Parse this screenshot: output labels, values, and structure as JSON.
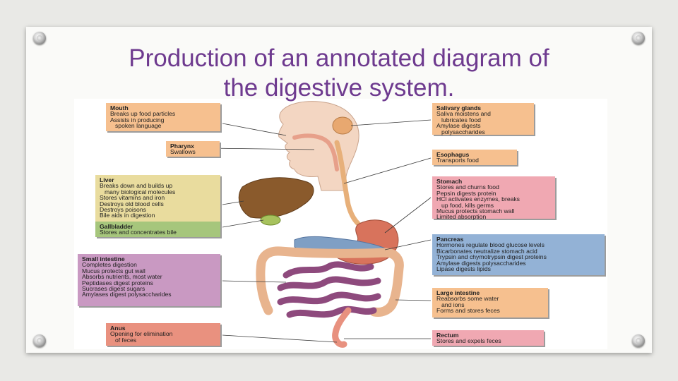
{
  "slide": {
    "title_line1": "Production of an annotated diagram of",
    "title_line2": "the digestive system."
  },
  "labels": {
    "mouth": {
      "heading": "Mouth",
      "lines": [
        "Breaks up food particles",
        "Assists in producing",
        "spoken language"
      ]
    },
    "pharynx": {
      "heading": "Pharynx",
      "lines": [
        "Swallows"
      ]
    },
    "liver": {
      "heading": "Liver",
      "lines": [
        "Breaks down and builds up",
        "many biological molecules",
        "Stores vitamins and iron",
        "Destroys old blood cells",
        "Destroys poisons",
        "Bile aids in digestion"
      ]
    },
    "gallbladder": {
      "heading": "Gallbladder",
      "lines": [
        "Stores and concentrates bile"
      ]
    },
    "small_intestine": {
      "heading": "Small intestine",
      "lines": [
        "Completes digestion",
        "Mucus protects gut wall",
        "Absorbs nutrients, most water",
        "Peptidases digest proteins",
        "Sucrases digest sugars",
        "Amylases digest polysaccharides"
      ]
    },
    "anus": {
      "heading": "Anus",
      "lines": [
        "Opening for elimination",
        "of feces"
      ]
    },
    "salivary_glands": {
      "heading": "Salivary glands",
      "lines": [
        "Saliva moistens and",
        "lubricates food",
        "Amylase digests",
        "polysaccharides"
      ]
    },
    "esophagus": {
      "heading": "Esophagus",
      "lines": [
        "Transports food"
      ]
    },
    "stomach": {
      "heading": "Stomach",
      "lines": [
        "Stores and churns food",
        "Pepsin digests protein",
        "HCl activates enzymes, breaks",
        "up food, kills germs",
        "Mucus protects stomach wall",
        "Limited absorption"
      ]
    },
    "pancreas": {
      "heading": "Pancreas",
      "lines": [
        "Hormones regulate blood glucose levels",
        "Bicarbonates neutralize stomach acid",
        "Trypsin and chymotrypsin digest proteins",
        "Amylase digests polysaccharides",
        "Lipase digests lipids"
      ]
    },
    "large_intestine": {
      "heading": "Large intestine",
      "lines": [
        "Reabsorbs some water",
        "and ions",
        "Forms and stores feces"
      ]
    },
    "rectum": {
      "heading": "Rectum",
      "lines": [
        "Stores and expels feces"
      ]
    }
  },
  "colors": {
    "title": "#6e3a8f",
    "orange_box": "#f6c08f",
    "yellow_box": "#e9dc9e",
    "green_box": "#a6c67c",
    "purple_box": "#c999c2",
    "blue_box": "#93b2d6",
    "red_box": "#e9917f",
    "pink_box": "#f0a8b2",
    "liver_organ": "#8a5a2c",
    "stomach_organ": "#d8735c",
    "pancreas_organ": "#7f9fc4",
    "intestine_organ": "#8e4a7d"
  }
}
